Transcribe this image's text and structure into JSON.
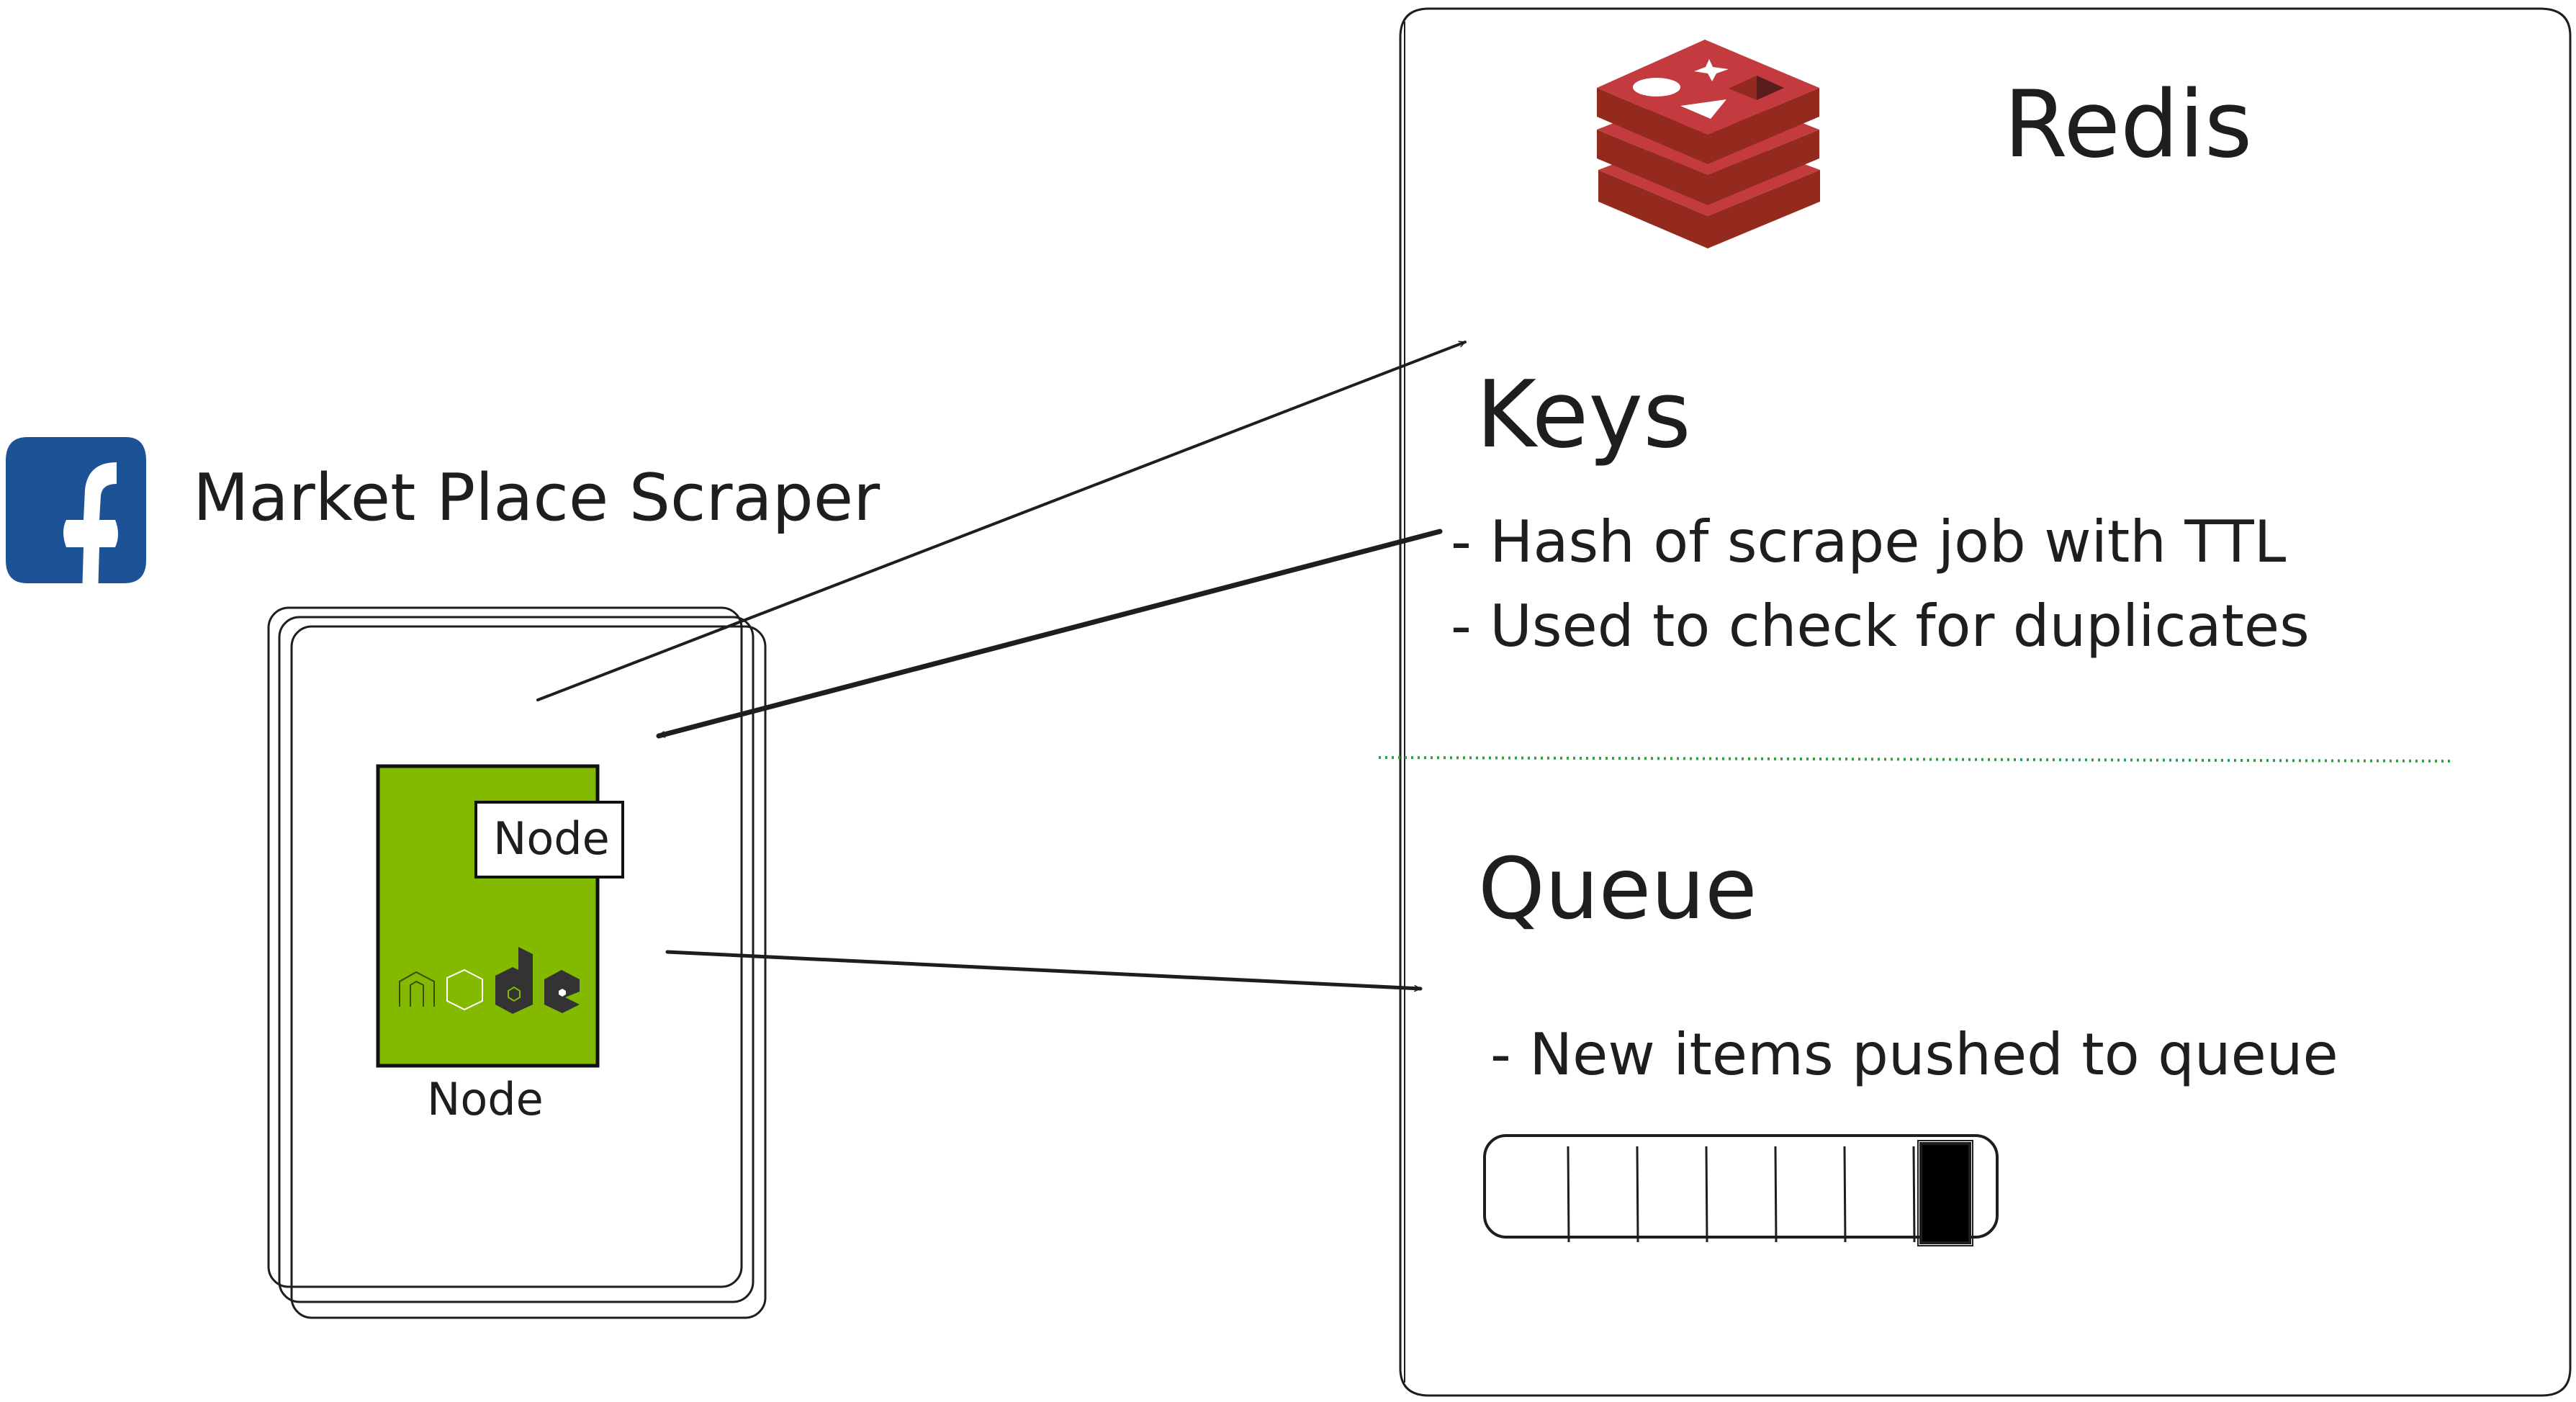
{
  "scraper": {
    "icon": "facebook-icon",
    "title": "Market Place Scraper",
    "brand_color": "#1c5296",
    "node": {
      "label_box": "Node",
      "caption": "Node",
      "logo": "nodejs-logo",
      "logo_text": "node",
      "green_color": "#83ba00",
      "dark_color": "#333333"
    }
  },
  "redis": {
    "logo": "redis-logo",
    "title": "Redis",
    "logo_colors": {
      "top": "#c33b3e",
      "side": "#942a1e",
      "hole": "#5a1c1c"
    },
    "keys": {
      "heading": "Keys",
      "bullets": [
        "- Hash of scrape job with TTL",
        "- Used to check for duplicates"
      ]
    },
    "divider_color": "#2f9e44",
    "queue": {
      "heading": "Queue",
      "bullets": [
        "- New items pushed to queue"
      ],
      "slots": 7,
      "filled_slots": 1
    }
  },
  "connections": [
    {
      "from": "scraper",
      "to": "redis-keys",
      "direction": "to-redis"
    },
    {
      "from": "redis-keys",
      "to": "scraper",
      "direction": "to-scraper"
    },
    {
      "from": "scraper",
      "to": "redis-queue",
      "direction": "to-redis"
    }
  ]
}
